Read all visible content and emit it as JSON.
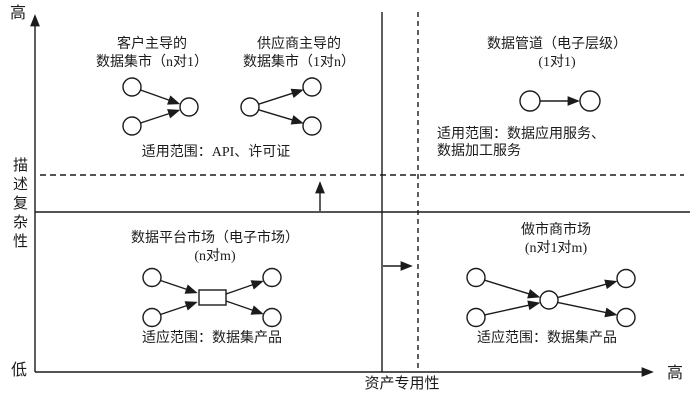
{
  "figure": {
    "background": "#ffffff",
    "ink_color": "#1b1b1b"
  },
  "axes": {
    "y_high_label": "高",
    "y_axis_label": "描述复杂性",
    "y_low_label": "低",
    "x_axis_label": "资产专用性",
    "x_high_label": "高"
  },
  "quadrant_top_left": {
    "customer_mart": {
      "title": "客户主导的",
      "subtitle": "数据集市（n对1）"
    },
    "supplier_mart": {
      "title": "供应商主导的",
      "subtitle": "数据集市（1对n）"
    },
    "scope": "适用范围：API、许可证"
  },
  "quadrant_top_right": {
    "pipeline": {
      "title": "数据管道（电子层级）",
      "subtitle": "(1对1)"
    },
    "scope_line1": "适用范围：数据应用服务、",
    "scope_line2": "数据加工服务"
  },
  "quadrant_bottom_left": {
    "platform_market": {
      "title": "数据平台市场（电子市场）",
      "subtitle": "(n对m)"
    },
    "scope": "适应范围：数据集产品"
  },
  "quadrant_bottom_right": {
    "market_maker": {
      "title": "做市商市场",
      "subtitle": "(n对1对m)"
    },
    "scope": "适应范围：数据集产品"
  }
}
